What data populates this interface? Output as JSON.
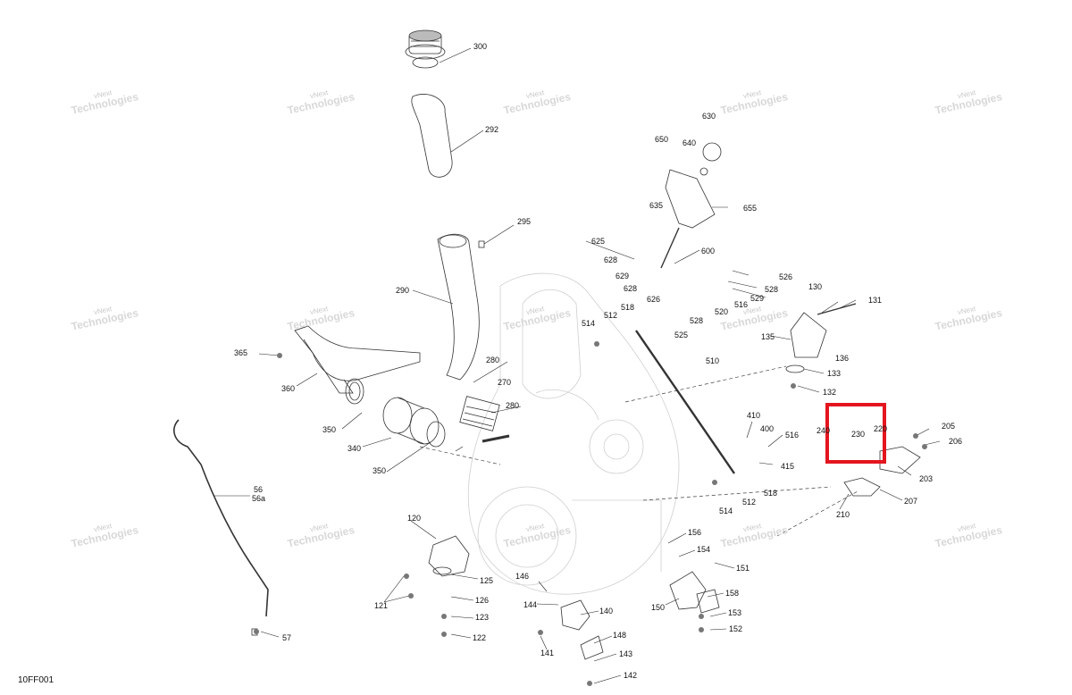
{
  "figure_code": "10FF001",
  "watermark": {
    "line1": "vNext",
    "line2": "Technologies"
  },
  "highlight_color": "#e3151f",
  "highlighted_parts": [
    "240",
    "230",
    "220"
  ],
  "callouts": {
    "p300": "300",
    "p292": "292",
    "p295": "295",
    "p290": "290",
    "p365": "365",
    "p360": "360",
    "p280a": "280",
    "p270": "270",
    "p280b": "280",
    "p350a": "350",
    "p340": "340",
    "p350b": "350",
    "p56": "56",
    "p56a": "56a",
    "p57": "57",
    "p630": "630",
    "p650": "650",
    "p640": "640",
    "p635": "635",
    "p655": "655",
    "p625": "625",
    "p600": "600",
    "p628a": "628",
    "p629": "629",
    "p628b": "628",
    "p626": "626",
    "p526": "526",
    "p528a": "528",
    "p529": "529",
    "p516a": "516",
    "p520": "520",
    "p528b": "528",
    "p525": "525",
    "p514a": "514",
    "p512a": "512",
    "p518a": "518",
    "p510": "510",
    "p130": "130",
    "p131": "131",
    "p135": "135",
    "p136": "136",
    "p133": "133",
    "p132": "132",
    "p410": "410",
    "p400": "400",
    "p516b": "516",
    "p415": "415",
    "p518b": "518",
    "p512b": "512",
    "p514b": "514",
    "p240": "240",
    "p230": "230",
    "p220": "220",
    "p205": "205",
    "p206": "206",
    "p203": "203",
    "p207": "207",
    "p210": "210",
    "p120": "120",
    "p125": "125",
    "p126": "126",
    "p121": "121",
    "p123": "123",
    "p122": "122",
    "p146": "146",
    "p144": "144",
    "p140": "140",
    "p141": "141",
    "p148": "148",
    "p143": "143",
    "p142": "142",
    "p156": "156",
    "p154": "154",
    "p151": "151",
    "p150": "150",
    "p158": "158",
    "p153": "153",
    "p152": "152"
  }
}
